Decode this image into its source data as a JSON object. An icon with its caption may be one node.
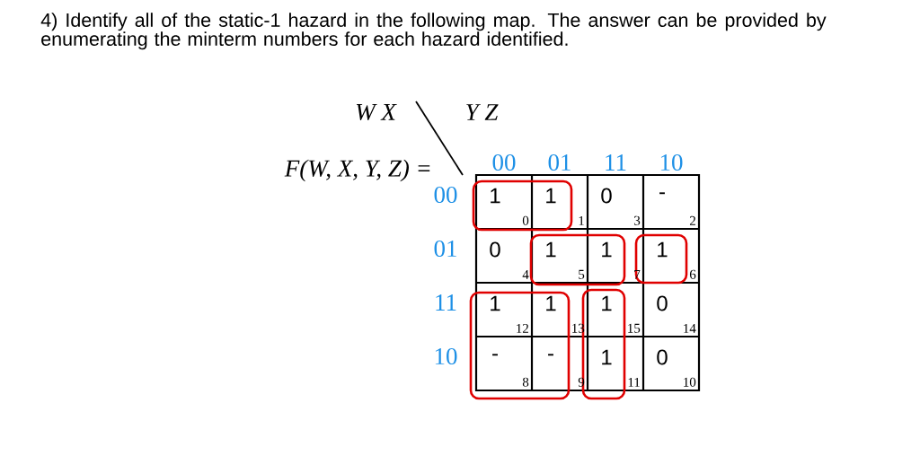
{
  "diagram": {
    "title": "4) Identify all of the static-1 hazard in the following map.    The answer can be provided by enumerating the minterm numbers for each hazard identified.",
    "labels": [
      "W X",
      "Y Z",
      "F(W, X, Y, Z) =",
      "00",
      "01",
      "11",
      "10",
      "00",
      "1",
      "0",
      "1",
      "1",
      "0",
      "3",
      "-",
      "2",
      "01",
      "0",
      "4",
      "1",
      "5",
      "1",
      "7",
      "1",
      "6",
      "11",
      "1",
      "12",
      "1",
      "13",
      "1",
      "15",
      "0",
      "14",
      "10",
      "-",
      "8",
      "-",
      "9",
      "1",
      "11",
      "0",
      "10"
    ]
  }
}
